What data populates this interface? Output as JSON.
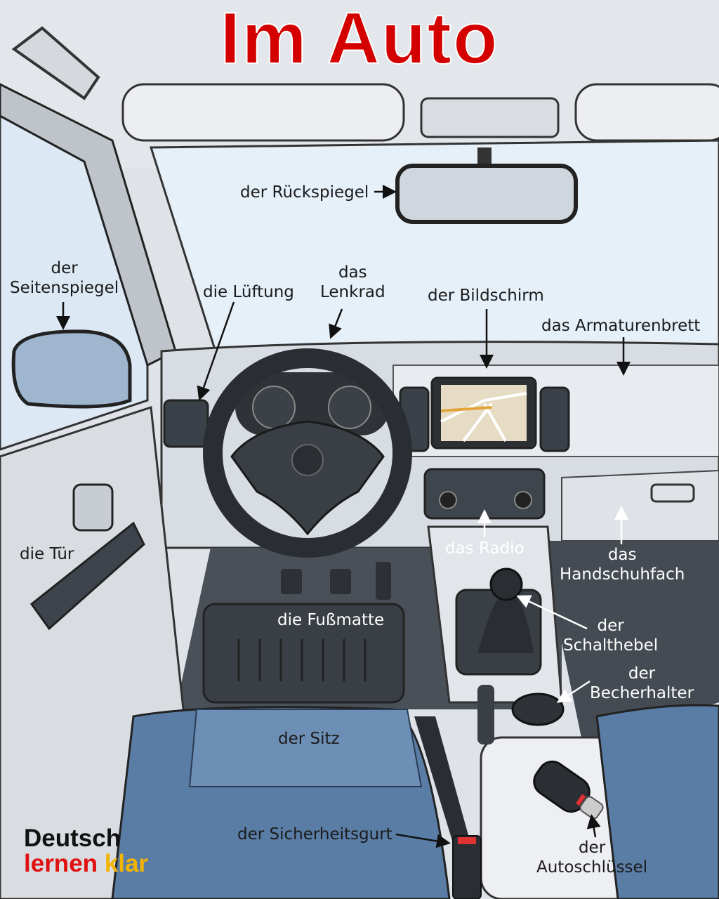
{
  "title": "Im Auto",
  "labels": {
    "rueckspiegel": "der Rückspiegel",
    "seitenspiegel": "der\nSeitenspiegel",
    "lueftung": "die Lüftung",
    "lenkrad": "das\nLenkrad",
    "bildschirm": "der Bildschirm",
    "armaturenbrett": "das Armaturenbrett",
    "tuer": "die Tür",
    "radio": "das Radio",
    "handschuhfach": "das\nHandschuhfach",
    "fussmatte": "die Fußmatte",
    "schalthebel": "der\nSchalthebel",
    "becherhalter": "der\nBecherhalter",
    "sitz": "der Sitz",
    "sicherheitsgurt": "der Sicherheitsgurt",
    "autoschluessel": "der\nAutoschlüssel"
  },
  "logo": {
    "line1": "Deutsch",
    "line2a": "lernen",
    "line2b": "klar"
  },
  "colors": {
    "title": "#d40000",
    "seat": "#5a7da6",
    "windshield": "#e6f0f8"
  }
}
